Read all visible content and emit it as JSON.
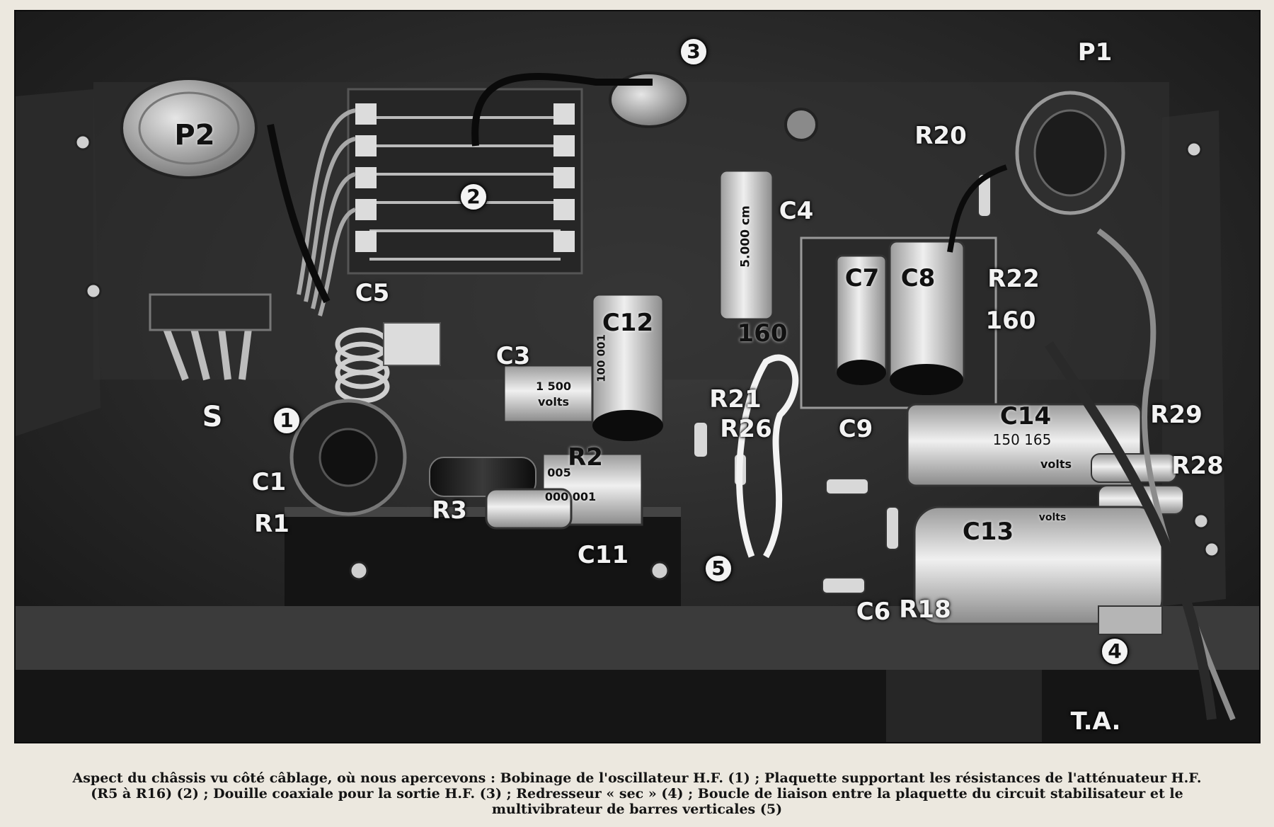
{
  "labels": {
    "P2": "P2",
    "P1": "P1",
    "R20": "R20",
    "C4": "C4",
    "C5": "C5",
    "C7": "C7",
    "C8": "C8",
    "R22": "R22",
    "v160a": "160",
    "v160b": "160",
    "C12": "C12",
    "C3": "C3",
    "S": "S",
    "C1": "C1",
    "R1": "R1",
    "R21": "R21",
    "R26": "R26",
    "R2": "R2",
    "R3": "R3",
    "C11": "C11",
    "C9": "C9",
    "C14": "C14",
    "R29": "R29",
    "R28": "R28",
    "C13": "C13",
    "C6": "C6",
    "R18": "R18",
    "TA": "T.A."
  },
  "component_markings": {
    "c4_value": "5.000 cm",
    "c3_value": "1 500",
    "c3_unit": "volts",
    "c14_value": "150 165",
    "c14_unit": "volts",
    "r2_value_a": "005",
    "r2_value_b": "000 001",
    "c13_unit": "volts",
    "c12_value": "100 001"
  },
  "markers": {
    "m1": "1",
    "m2": "2",
    "m3": "3",
    "m4": "4",
    "m5": "5"
  },
  "caption": "Aspect du châssis vu côté câblage, où nous apercevons : Bobinage de l'oscillateur H.F. (1) ; Plaquette supportant les résistances de l'atténuateur H.F. (R5 à R16) (2) ; Douille coaxiale pour la sortie H.F. (3) ; Redresseur « sec » (4) ; Boucle de liaison entre la plaquette du circuit stabilisateur et le multivibrateur de barres verticales (5)"
}
